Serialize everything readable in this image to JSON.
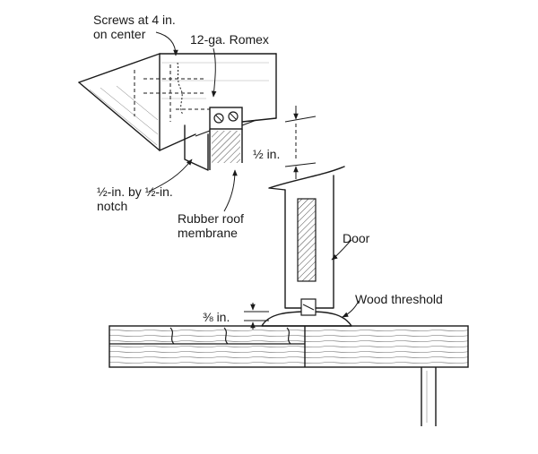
{
  "labels": {
    "screws": [
      "Screws at 4 in.",
      "on center"
    ],
    "romex": "12-ga. Romex",
    "gap_top": "½ in.",
    "notch": [
      "½-in. by ½-in.",
      "notch"
    ],
    "membrane": [
      "Rubber roof",
      "membrane"
    ],
    "door": "Door",
    "threshold": "Wood threshold",
    "gap_bottom": "⅜ in."
  }
}
